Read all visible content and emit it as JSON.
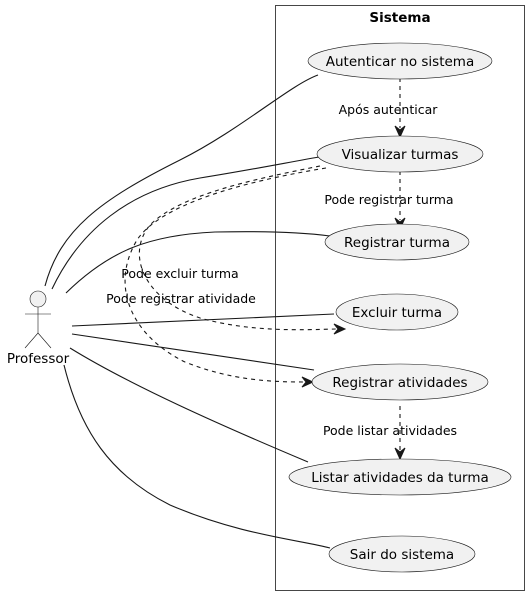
{
  "system": {
    "title": "Sistema"
  },
  "actor": {
    "name": "Professor"
  },
  "use_cases": {
    "authenticate": "Autenticar no sistema",
    "view_classes": "Visualizar turmas",
    "register_class": "Registrar turma",
    "delete_class": "Excluir turma",
    "register_activities": "Registrar atividades",
    "list_activities": "Listar atividades da turma",
    "logout": "Sair do sistema"
  },
  "dependencies": {
    "after_authenticate": "Após autenticar",
    "can_register_class": "Pode registrar turma",
    "can_delete_class": "Pode excluir turma",
    "can_register_activity": "Pode registrar atividade",
    "can_list_activities": "Pode listar atividades"
  },
  "colors": {
    "ellipse_fill": "#f1f1f1",
    "line": "#181818"
  }
}
